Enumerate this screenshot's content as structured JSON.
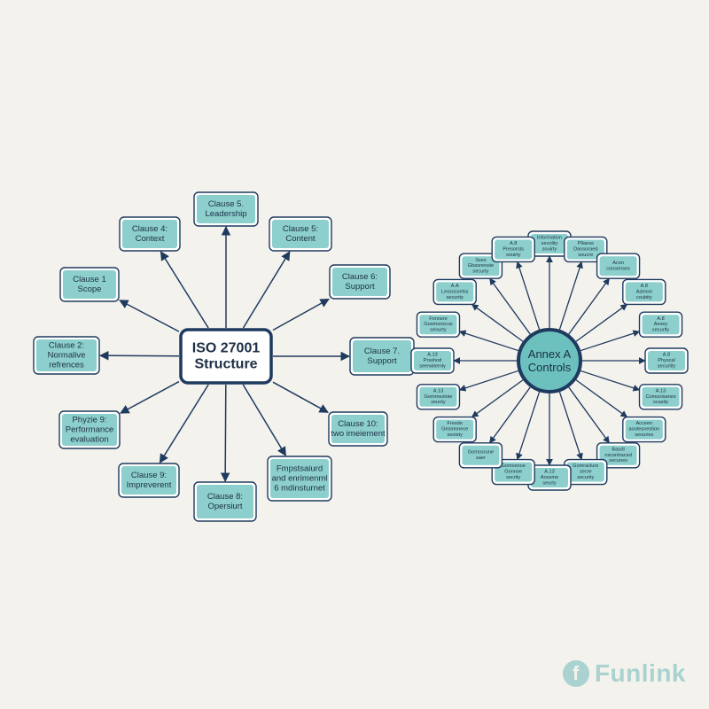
{
  "colors": {
    "background": "#f4f2ec",
    "node_fill": "#8ccfcc",
    "node_border": "#1e3a5f",
    "node_outer_border": "#ffffff",
    "hub_fill": "#ffffff",
    "hub_fill_right": "#6cc0bd",
    "line": "#1e3a5f",
    "text": "#1d2f45",
    "watermark": "#a9d2d0"
  },
  "left_diagram": {
    "hub_lines": [
      "ISO 27001",
      "Structure"
    ],
    "clauses": [
      {
        "lines": [
          "Clause 5.",
          "Leadership"
        ]
      },
      {
        "lines": [
          "Clause 5:",
          "Content"
        ]
      },
      {
        "lines": [
          "Clause 6:",
          "Support"
        ]
      },
      {
        "lines": [
          "Clause 7.",
          "Support"
        ]
      },
      {
        "lines": [
          "Clause 10:",
          "two imeiement"
        ]
      },
      {
        "lines": [
          "Fmpstsaiurd",
          "and enrimenml",
          "6 mdinsturnet"
        ]
      },
      {
        "lines": [
          "Clause 8:",
          "Opersiurt"
        ]
      },
      {
        "lines": [
          "Clause 9:",
          "Impreverent"
        ]
      },
      {
        "lines": [
          "Phyzie 9:",
          "Performance",
          "evaluation"
        ]
      },
      {
        "lines": [
          "Clause 2:",
          "Normalive",
          "refrences"
        ]
      },
      {
        "lines": [
          "Clause 1",
          "Scope"
        ]
      },
      {
        "lines": [
          "Clause 4:",
          "Context"
        ]
      }
    ]
  },
  "right_diagram": {
    "hub_lines": [
      "Annex A",
      "Controls"
    ],
    "controls": [
      {
        "lines": [
          "Information",
          "secolity",
          "souirty"
        ]
      },
      {
        "lines": [
          "Pllaess",
          "Daosoraed",
          "soucre"
        ]
      },
      {
        "lines": [
          "Acon",
          "consenses"
        ]
      },
      {
        "lines": [
          "A.8",
          "Asinosi",
          "coubity"
        ]
      },
      {
        "lines": [
          "A.8",
          "Aesey",
          "securlty"
        ]
      },
      {
        "lines": [
          "A.8",
          "Physcal",
          "securlity"
        ]
      },
      {
        "lines": [
          "A.13",
          "Comunisanes",
          "scaxity"
        ]
      },
      {
        "lines": [
          "Acceen",
          "aootesnestion",
          "seouries"
        ]
      },
      {
        "lines": [
          "Baudl",
          "nscontraced",
          "secunes"
        ]
      },
      {
        "lines": [
          "Gomraclure",
          "secre",
          "security"
        ]
      },
      {
        "lines": [
          "A.13",
          "Aossme",
          "seurty"
        ]
      },
      {
        "lines": [
          "Gomosnoe",
          "Gonnoe",
          "secrity"
        ]
      },
      {
        "lines": [
          "Gomosrune",
          "saer"
        ]
      },
      {
        "lines": [
          "Fresde",
          "Gesmnnece",
          "sooisty"
        ]
      },
      {
        "lines": [
          "A.13",
          "Gommestoie",
          "seunty"
        ]
      },
      {
        "lines": [
          "A.13",
          "Prsshod",
          "seerwitemly"
        ]
      },
      {
        "lines": [
          "Fonnsre",
          "Gosmsoscus",
          "seourty"
        ]
      },
      {
        "lines": [
          "A.A",
          "Lessosselss",
          "security"
        ]
      },
      {
        "lines": [
          "Sses",
          "Gbasnessie",
          "securty"
        ]
      },
      {
        "lines": [
          "A.8",
          "Presorsts",
          "souirty"
        ]
      }
    ]
  },
  "watermark": {
    "logo_letter": "f",
    "text": "Funlink"
  }
}
